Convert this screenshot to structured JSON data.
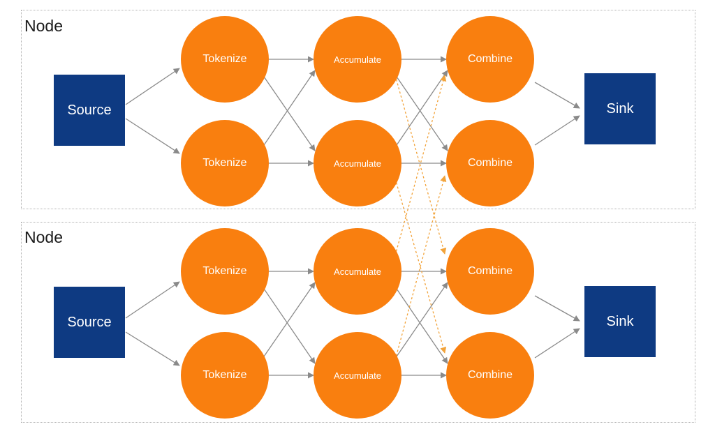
{
  "colors": {
    "node_fill": "#f97f0f",
    "box_fill": "#0e3a82",
    "edge": "#8a8a8a",
    "cross_edge": "#f2a33a",
    "panel_border": "#b0b0b0"
  },
  "panels": [
    {
      "label": "Node"
    },
    {
      "label": "Node"
    }
  ],
  "nodes": {
    "source1": "Source",
    "source2": "Source",
    "sink1": "Sink",
    "sink2": "Sink",
    "tok1": "Tokenize",
    "tok2": "Tokenize",
    "tok3": "Tokenize",
    "tok4": "Tokenize",
    "acc1": "Accumulate",
    "acc2": "Accumulate",
    "acc3": "Accumulate",
    "acc4": "Accumulate",
    "com1": "Combine",
    "com2": "Combine",
    "com3": "Combine",
    "com4": "Combine"
  }
}
